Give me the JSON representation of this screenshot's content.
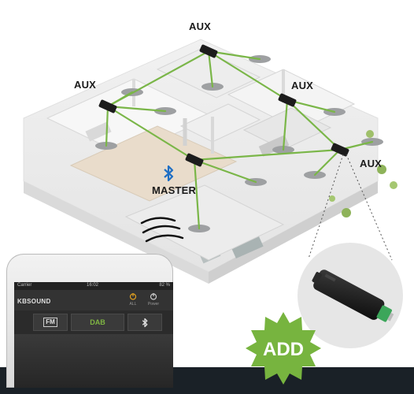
{
  "labels": {
    "aux_top": "AUX",
    "aux_left": "AUX",
    "aux_mid": "AUX",
    "aux_right": "AUX",
    "master": "MASTER"
  },
  "phone": {
    "status_carrier": "Carrier",
    "status_time": "16:02",
    "status_battery": "82 %",
    "app_logo": "KBSOUND",
    "btn_all": "ALL",
    "btn_power": "Power",
    "source_fm": "FM",
    "source_dab": "DAB"
  },
  "badge": {
    "text": "ADD"
  },
  "colors": {
    "link_line": "#7ab648",
    "badge_green": "#77b43f",
    "footer_dark": "#1a2127",
    "speaker_grey": "#9ea0a2",
    "bluetooth_blue": "#1f6fc4"
  },
  "icons": [
    "bluetooth-icon",
    "power-icon",
    "speaker-icon",
    "aux-receiver-icon",
    "sound-wave-icon"
  ]
}
